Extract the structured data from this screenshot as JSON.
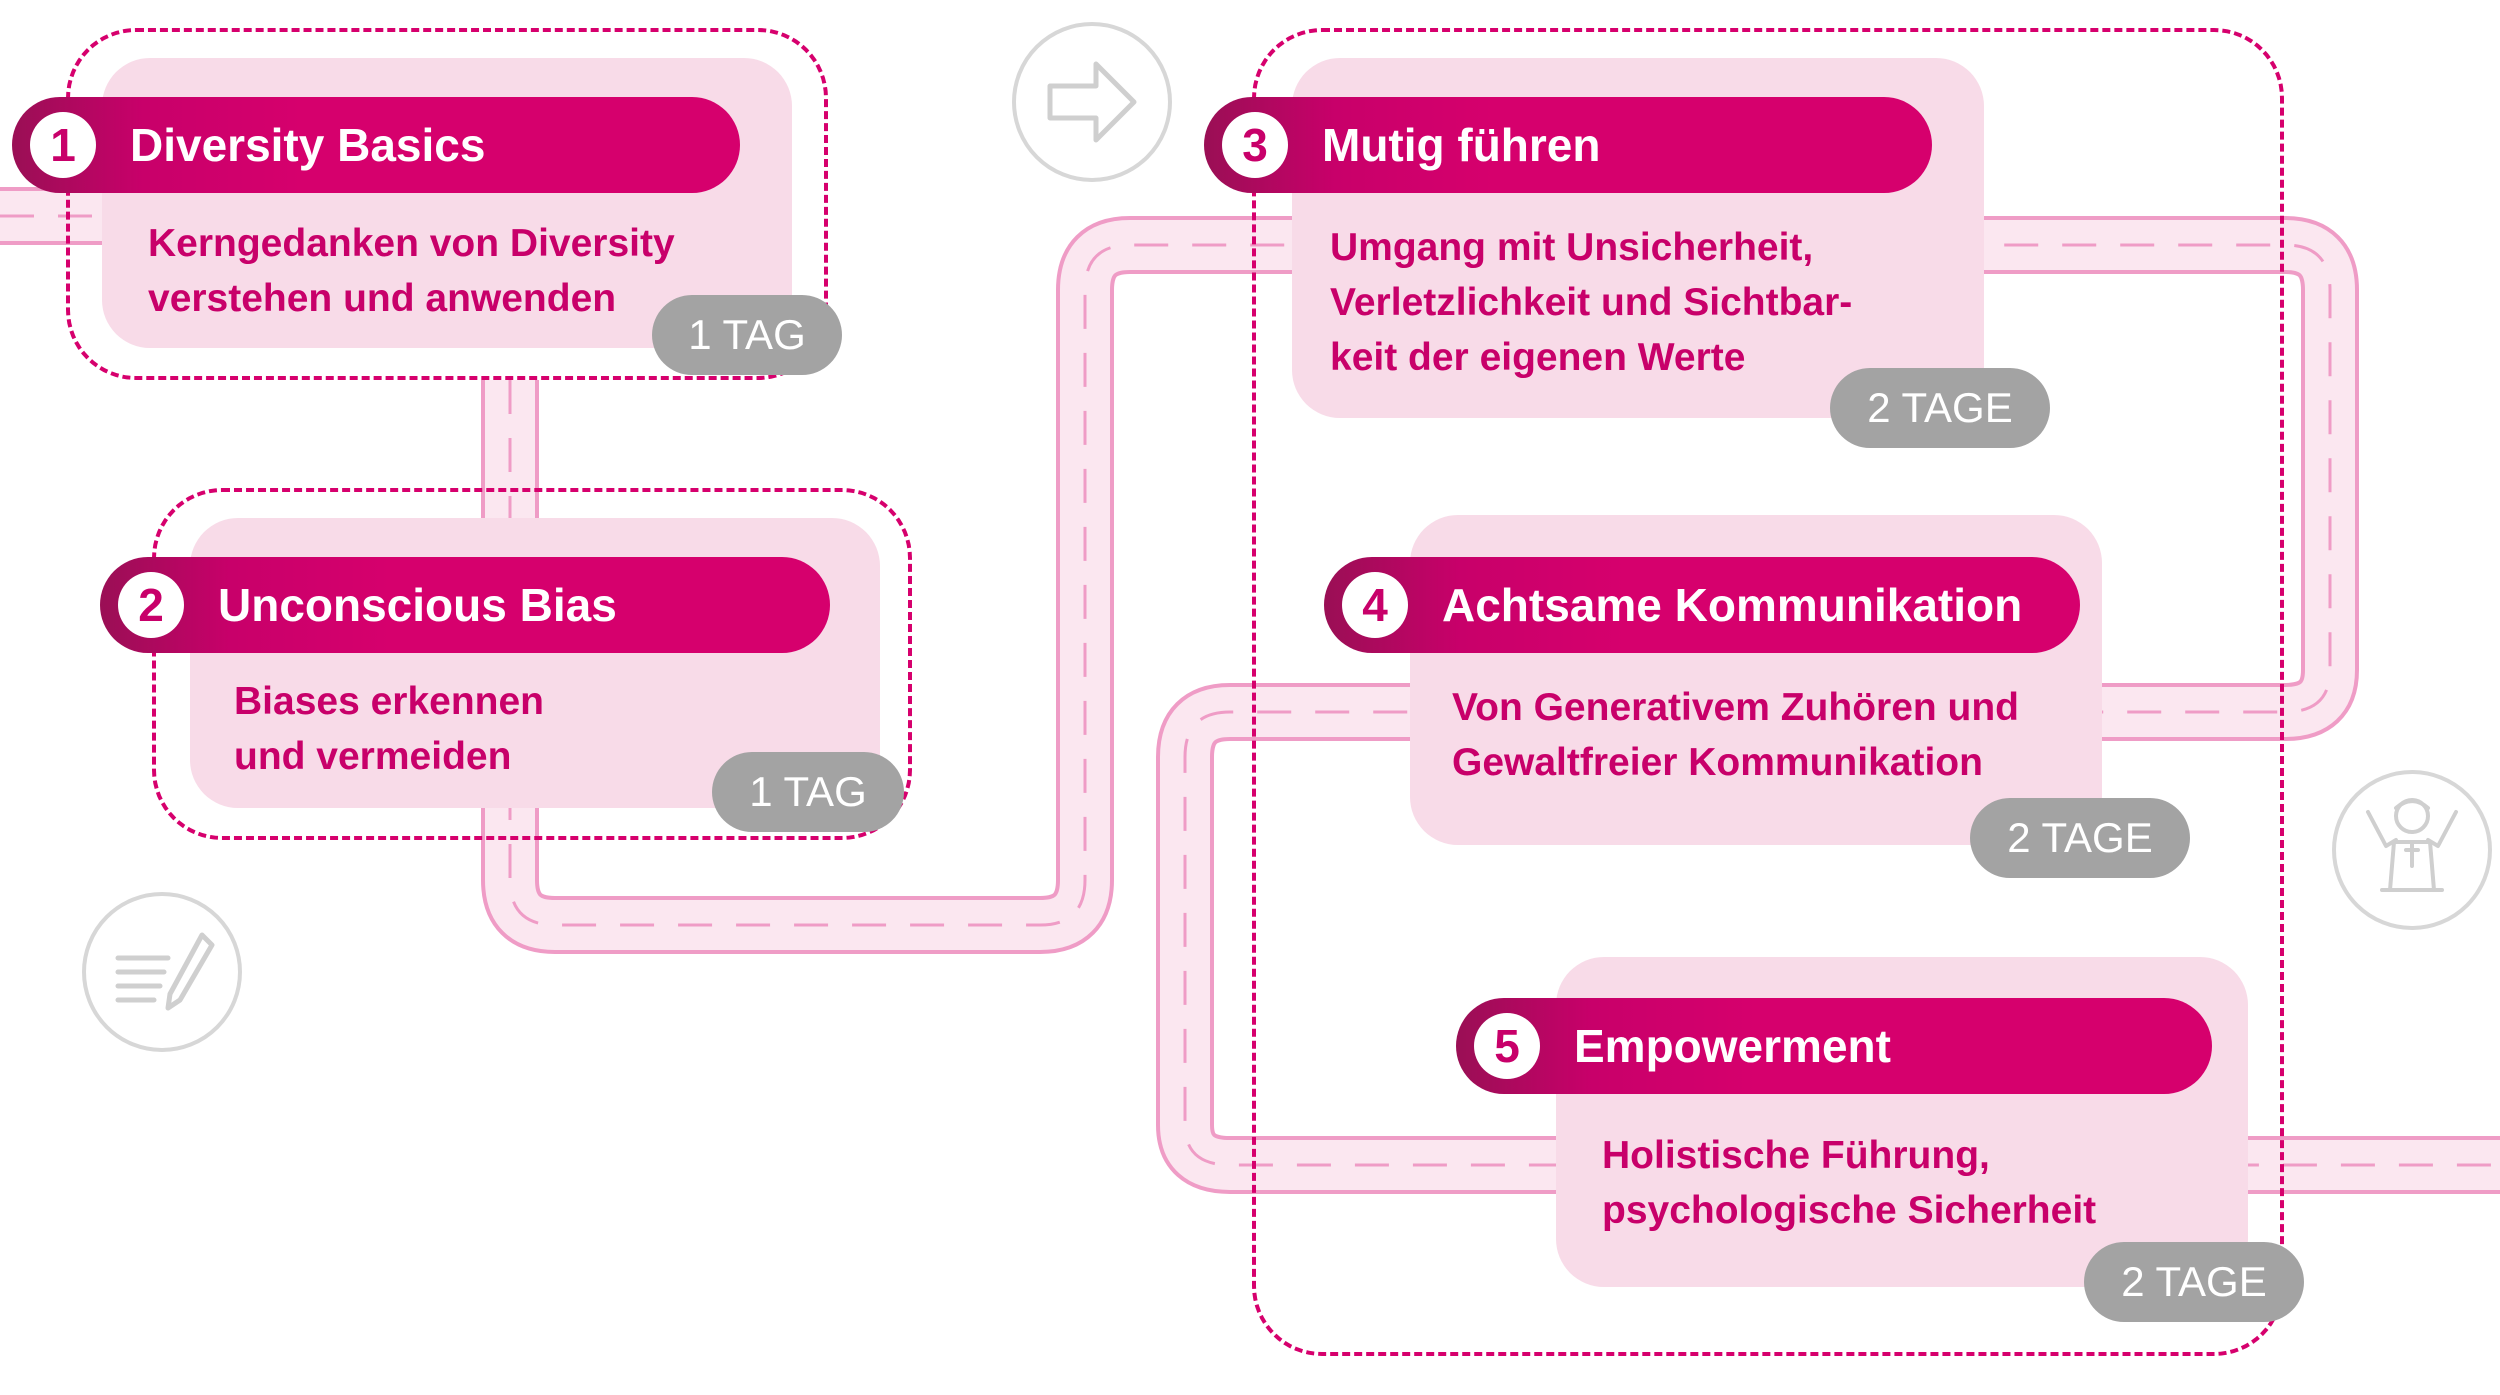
{
  "modules": [
    {
      "number": "1",
      "title": "Diversity Basics",
      "description": "Kerngedanken von Diversity\nverstehen und anwenden",
      "duration": "1 TAG"
    },
    {
      "number": "2",
      "title": "Unconscious Bias",
      "description": "Biases erkennen\nund vermeiden",
      "duration": "1 TAG"
    },
    {
      "number": "3",
      "title": "Mutig führen",
      "description": "Umgang mit Unsicherheit,\nVerletzlichkeit und Sichtbar-\nkeit der eigenen Werte",
      "duration": "2 TAGE"
    },
    {
      "number": "4",
      "title": "Achtsame Kommunikation",
      "description": "Von Generativem Zuhören und\nGewaltfreier Kommunikation",
      "duration": "2 TAGE"
    },
    {
      "number": "5",
      "title": "Empowerment",
      "description": "Holistische Führung,\npsychologische Sicherheit",
      "duration": "2 TAGE"
    }
  ],
  "icons": {
    "start": "notepad-pen-icon",
    "next": "arrow-right-icon",
    "goal": "cheering-person-icon"
  },
  "colors": {
    "accent": "#d6006d",
    "accent_dark": "#9a0f55",
    "card": "#f8dbe8",
    "road": "#ef9cc6",
    "badge": "#a3a3a3",
    "icon": "#d7d7d7"
  }
}
